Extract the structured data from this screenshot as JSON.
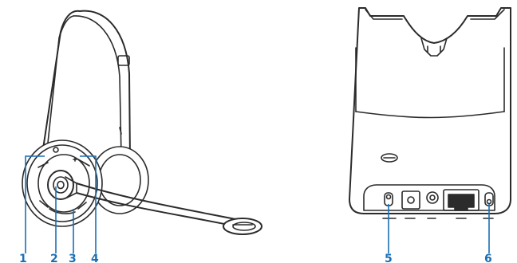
{
  "figure": {
    "accent_color": "#1a6fb5",
    "line_color": "#2b2b2b",
    "headset": {
      "icons": [
        "headband",
        "ear-cushion",
        "power-button",
        "volume-button",
        "call-control-button",
        "mute-button",
        "boom-microphone"
      ],
      "callouts": [
        "1",
        "2",
        "3",
        "4"
      ]
    },
    "base": {
      "icons": [
        "charging-cradle",
        "pairing-symbol",
        "usb-switch",
        "power-jack",
        "headset-jack",
        "telephone-port",
        "configuration-switch"
      ],
      "callouts": [
        "5",
        "6"
      ]
    }
  }
}
